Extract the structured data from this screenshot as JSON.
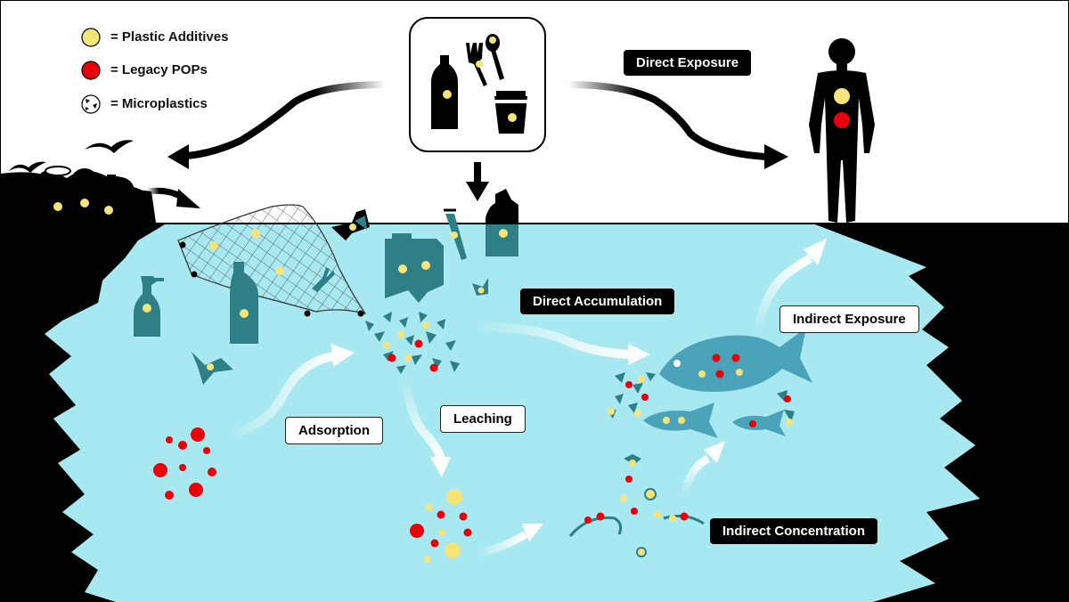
{
  "legend": [
    {
      "text": "= Plastic  Additives",
      "marker": "yellow-dot",
      "color": "#f5e47a"
    },
    {
      "text": "= Legacy POPs",
      "marker": "red-dot",
      "color": "#e8000b"
    },
    {
      "text": "= Microplastics",
      "marker": "microplastics-icon",
      "color": "#ffffff"
    }
  ],
  "labels": {
    "direct_exposure": "Direct Exposure",
    "direct_accumulation": "Direct Accumulation",
    "indirect_exposure": "Indirect Exposure",
    "adsorption": "Adsorption",
    "leaching": "Leaching",
    "indirect_concentration": "Indirect Concentration"
  },
  "colors": {
    "water": "#a8e8f0",
    "land": "#000000",
    "item_teal": "#2f7f86",
    "additive_yellow": "#f5e47a",
    "pop_red": "#e8000b"
  },
  "icons": [
    "plastic-products-icon",
    "human-silhouette-icon",
    "fish-icon",
    "shrimp-icon",
    "plankton-icon",
    "fishing-net-icon",
    "bottle-icon",
    "landfill-icon",
    "bird-icon"
  ]
}
